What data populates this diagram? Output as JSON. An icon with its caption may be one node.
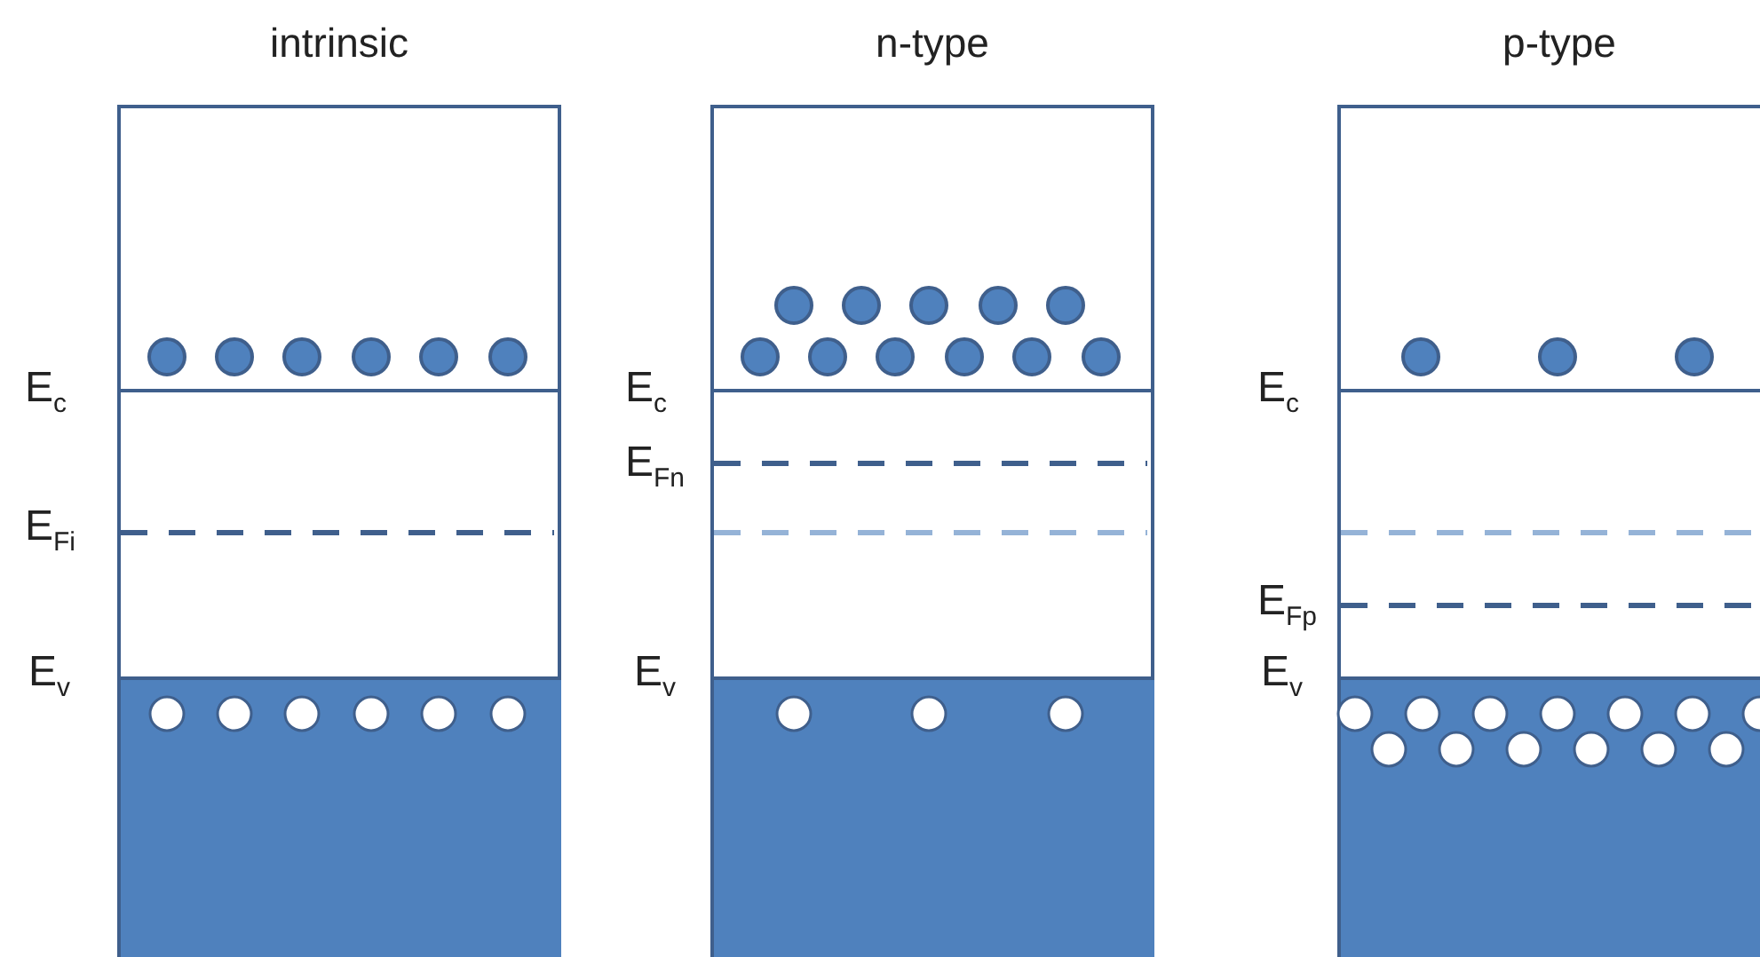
{
  "diagram": {
    "nodes": [
      {
        "text": [
          "intrinsic"
        ],
        "beside": [
          "E$_{c}$",
          "E$_{Fi}$",
          "E$_{v}$"
        ]
      },
      {
        "text": [
          "n-type"
        ],
        "beside": [
          "E$_{c}$",
          "E$_{Fn}$",
          "E$_{v}$"
        ]
      },
      {
        "text": [
          "p-type"
        ],
        "beside": [
          "E$_{c}$",
          "E$_{Fp}$",
          "E$_{v}$"
        ]
      }
    ]
  }
}
